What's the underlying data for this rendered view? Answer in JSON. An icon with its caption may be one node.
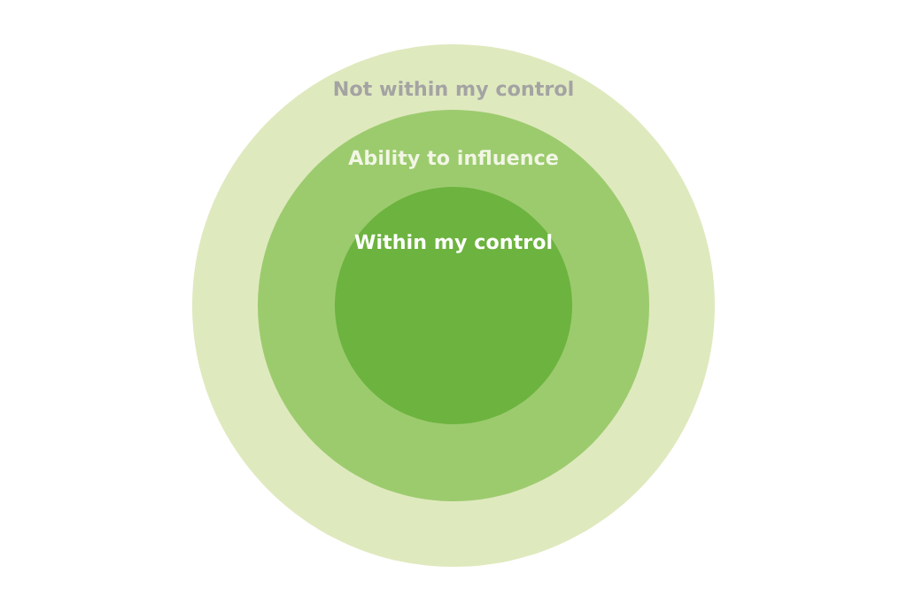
{
  "diagram": {
    "nodes": [
      {
        "text": [
          "Not within my control"
        ]
      },
      {
        "text": [
          "Ability to influence"
        ],
        "in": 0
      },
      {
        "text": [
          "Within my control"
        ],
        "in": 1
      }
    ],
    "edges": []
  }
}
